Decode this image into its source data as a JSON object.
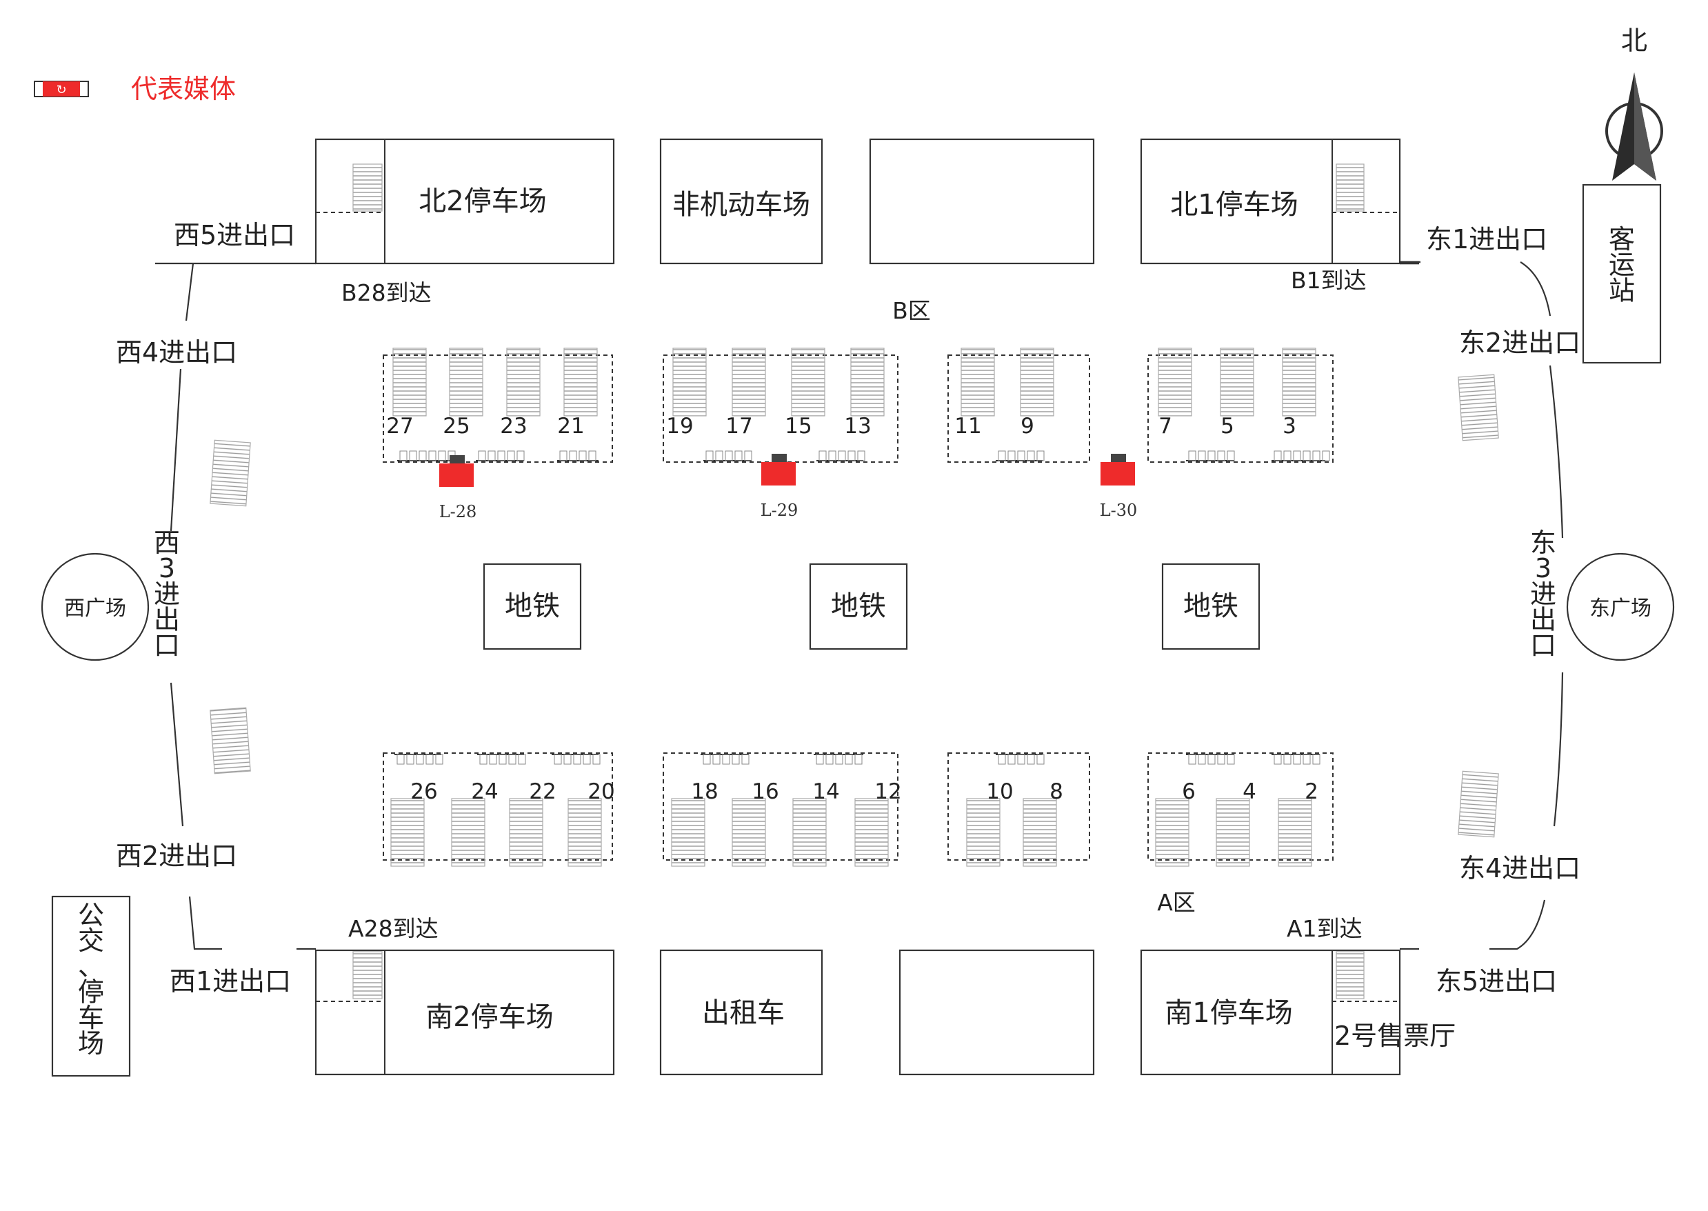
{
  "legend": {
    "label": "代表媒体",
    "color": "#ee2b2b"
  },
  "compass": {
    "label": "北"
  },
  "stations": {
    "passenger": "客运站",
    "bus": "公交、停车场"
  },
  "plazas": {
    "west": "西广场",
    "east": "东广场"
  },
  "north_blocks": {
    "north2_parking": "北2停车场",
    "nonmotor_parking": "非机动车场",
    "north1_parking": "北1停车场"
  },
  "south_blocks": {
    "south2_parking": "南2停车场",
    "taxi": "出租车",
    "south1_parking": "南1停车场",
    "ticket_hall2": "2号售票厅"
  },
  "metro": [
    "地铁",
    "地铁",
    "地铁"
  ],
  "exits": {
    "west5": "西5进出口",
    "west4": "西4进出口",
    "west3": "西3进出口",
    "west2": "西2进出口",
    "west1": "西1进出口",
    "east1": "东1进出口",
    "east2": "东2进出口",
    "east3": "东3进出口",
    "east4": "东4进出口",
    "east5": "东5进出口"
  },
  "arrivals": {
    "b28": "B28到达",
    "b1": "B1到达",
    "a28": "A28到达",
    "a1": "A1到达"
  },
  "zones": {
    "b": "B区",
    "a": "A区"
  },
  "platforms_north": [
    "27",
    "25",
    "23",
    "21",
    "19",
    "17",
    "15",
    "13",
    "11",
    "9",
    "7",
    "5",
    "3"
  ],
  "platforms_south": [
    "26",
    "24",
    "22",
    "20",
    "18",
    "16",
    "14",
    "12",
    "10",
    "8",
    "6",
    "4",
    "2"
  ],
  "media_points": [
    "L-28",
    "L-29",
    "L-30"
  ]
}
